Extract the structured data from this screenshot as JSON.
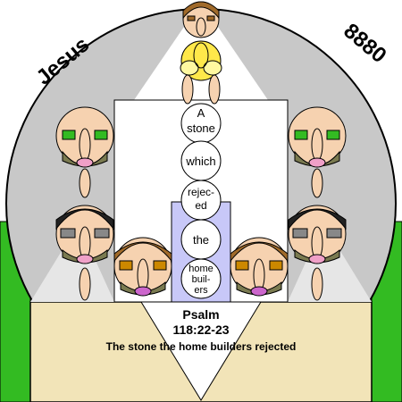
{
  "corner_labels": {
    "left": "Jesus",
    "right": "8880"
  },
  "stone_words": [
    "A",
    "stone",
    "which",
    "rejec-",
    "ed",
    "the",
    "home",
    "buil-",
    "ers"
  ],
  "reference": {
    "title": "Psalm",
    "verse": "118:22-23"
  },
  "caption": "The stone the home builders rejected",
  "colors": {
    "background_circle": "#c8c8c8",
    "green_ground": "#33bb22",
    "tan_panel": "#f2e4b8",
    "lavender_column": "#c8c8f8",
    "gold_face": "#ffe84a",
    "skin": "#f6d2b0",
    "pink": "#f0a0c8"
  }
}
